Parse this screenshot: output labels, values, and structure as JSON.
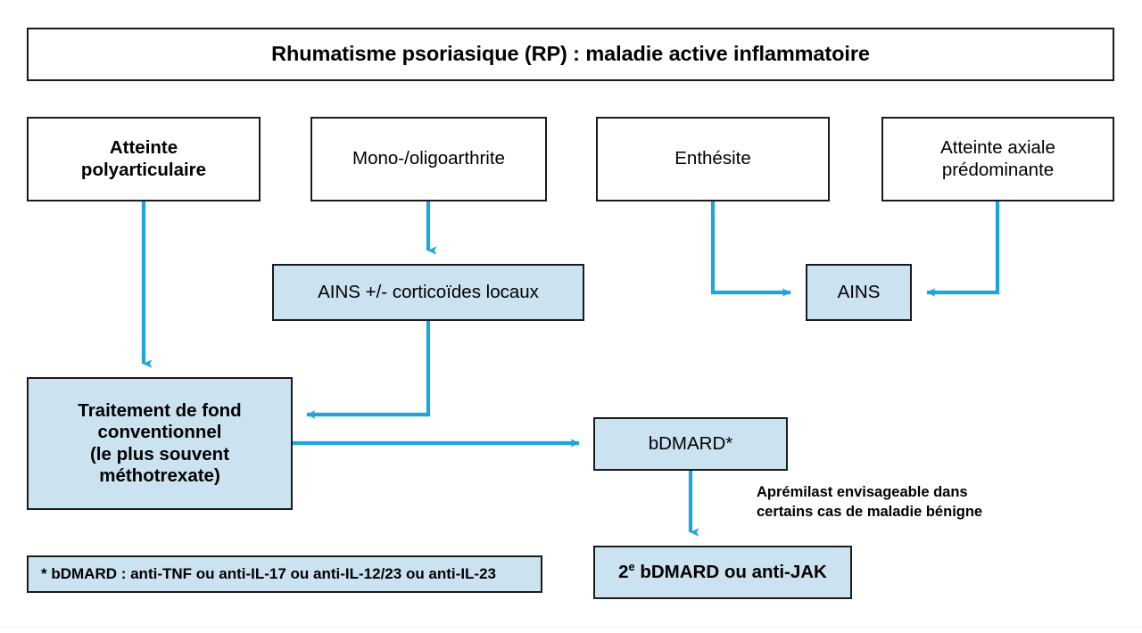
{
  "diagram": {
    "title": "Rhumatisme psoriasique (RP) : maladie active inflammatoire",
    "accent_color": "#1FA5DC",
    "fill_color": "#CBE2F0",
    "border_color": "#1B1B1B",
    "text_color": "#000000"
  },
  "nodes": {
    "polyarticular": {
      "line1": "Atteinte",
      "line2": "polyarticulaire"
    },
    "mono_oligo": {
      "label": "Mono-/oligoarthrite"
    },
    "enthesitis": {
      "label": "Enthésite"
    },
    "axial": {
      "line1": "Atteinte axiale",
      "line2": "prédominante"
    },
    "nsaid_cortico": {
      "label": "AINS +/- corticoïdes locaux"
    },
    "nsaid": {
      "label": "AINS"
    },
    "csdmard": {
      "line1": "Traitement de fond",
      "line2": "conventionnel",
      "line3": "(le plus souvent",
      "line4": "méthotrexate)"
    },
    "bdmard": {
      "label": "bDMARD*"
    },
    "bdmard2": {
      "prefix": "2",
      "sup": "e",
      "suffix": " bDMARD ou anti-JAK"
    },
    "footnote": {
      "label": "* bDMARD : anti-TNF ou anti-IL-17 ou anti-IL-12/23 ou anti-IL-23"
    }
  },
  "annotation": {
    "line1": "Aprémilast envisageable dans",
    "line2": "certains cas de maladie bénigne"
  }
}
